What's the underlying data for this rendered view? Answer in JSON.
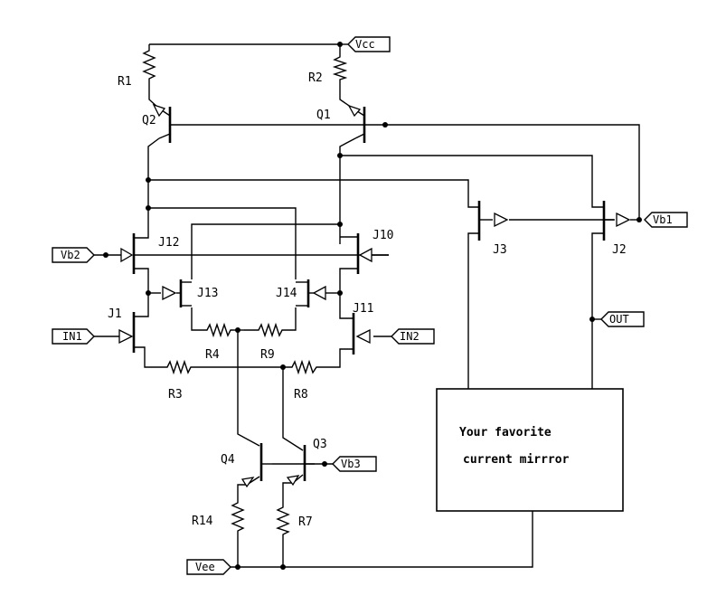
{
  "ports": {
    "vcc": "Vcc",
    "vb1": "Vb1",
    "vb2": "Vb2",
    "in1": "IN1",
    "in2": "IN2",
    "out": "OUT",
    "vb3": "Vb3",
    "vee": "Vee"
  },
  "components": {
    "r1": "R1",
    "r2": "R2",
    "r3": "R3",
    "r4": "R4",
    "r7": "R7",
    "r8": "R8",
    "r9": "R9",
    "r14": "R14",
    "q1": "Q1",
    "q2": "Q2",
    "q3": "Q3",
    "q4": "Q4",
    "j1": "J1",
    "j2": "J2",
    "j3": "J3",
    "j10": "J10",
    "j11": "J11",
    "j12": "J12",
    "j13": "J13",
    "j14": "J14"
  },
  "block": {
    "line1": "Your favorite",
    "line2": "current mirrror"
  }
}
